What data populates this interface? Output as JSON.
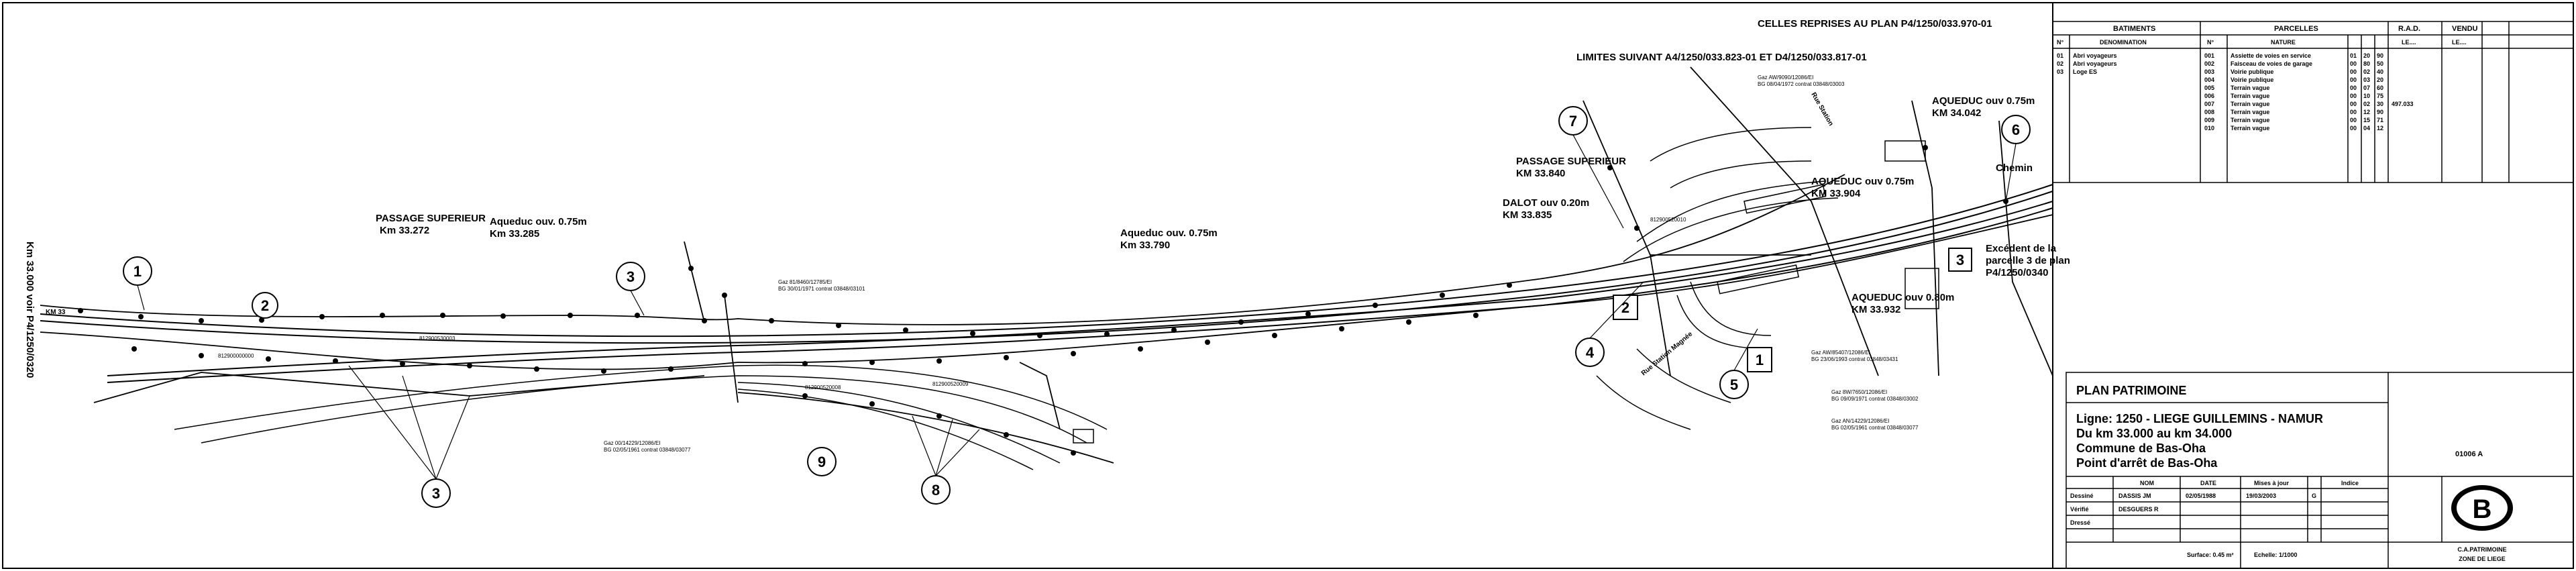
{
  "plan": {
    "top_note": "CELLES REPRISES AU PLAN P4/1250/033.970-01",
    "chainage_start": "Km 33.000 voir P4/1250/0320",
    "chainage_start_short": "KM 33",
    "limits_note_1": "LIMITES SUIVANT A4/1250/033.823-01 ET D4/1250/033.817-01",
    "labels": {
      "passage_sup_1": "PASSAGE SUPERIEUR",
      "passage_sup_1_km": "Km 33.272",
      "aqueduc_1": "Aqueduc ouv. 0.75m",
      "aqueduc_1_km": "Km 33.285",
      "aqueduc_2": "Aqueduc ouv. 0.75m",
      "aqueduc_2_km": "Km 33.790",
      "passage_sup_2": "PASSAGE SUPERIEUR",
      "passage_sup_2_km": "KM 33.840",
      "dalot": "DALOT ouv 0.20m",
      "dalot_km": "KM 33.835",
      "aqueduc_3": "AQUEDUC ouv 0.75m",
      "aqueduc_3_km": "KM 33.904",
      "aqueduc_4": "AQUEDUC ouv 0.80m",
      "aqueduc_4_km": "KM 33.932",
      "aqueduc_5": "AQUEDUC ouv 0.75m",
      "aqueduc_5_km": "KM 34.042",
      "excedent_1": "Excédent de la",
      "excedent_2": "parcelle 3 de plan",
      "excedent_3": "P4/1250/0340",
      "street_1": "Rue Station",
      "street_2": "Rue Station Magnée",
      "street_3": "Chemin",
      "boundary_1": "812900000000",
      "boundary_2": "812900530003",
      "boundary_3": "812900520008",
      "boundary_4": "812900520009",
      "boundary_5": "812900520010"
    },
    "gas_notes": [
      {
        "l1": "Gaz 81/8460/12785/EI",
        "l2": "BG 30/01/1971 contrat 03848/03101"
      },
      {
        "l1": "Gaz AW/9090/12086/EI",
        "l2": "BG 08/04/1972 contrat 03848/03003"
      },
      {
        "l1": "Gaz 00/14229/12086/EI",
        "l2": "BG 02/05/1961 contrat 03848/03077"
      },
      {
        "l1": "Gaz 8W/7650/12086/EI",
        "l2": "BG 09/09/1971 contrat 03848/03002"
      },
      {
        "l1": "Gaz AN/14229/12086/EI",
        "l2": "BG 02/05/1961 contrat 03848/03077"
      },
      {
        "l1": "Gaz AW/85407/12086/EI",
        "l2": "BG 23/06/1993 contrat 03848/03431"
      }
    ],
    "callouts_circle": [
      "1",
      "2",
      "3",
      "3",
      "4",
      "5",
      "6",
      "7",
      "8",
      "9"
    ],
    "callouts_box": [
      "1",
      "2",
      "3"
    ]
  },
  "title_block": {
    "bat_header": "BATIMENTS",
    "parc_header": "PARCELLES",
    "rad_header": "R.A.D.",
    "vendu_header": "VENDU",
    "col_n": "N°",
    "col_denomination": "DENOMINATION",
    "col_nature": "NATURE",
    "col_le": "LE....",
    "batiments": [
      {
        "n": "01",
        "d": "Abri voyageurs"
      },
      {
        "n": "02",
        "d": "Abri voyageurs"
      },
      {
        "n": "03",
        "d": "Loge ES"
      }
    ],
    "parcelles": [
      {
        "n": "001",
        "nature": "Assiette de voies en service",
        "a": "01",
        "b": "20",
        "c": "90"
      },
      {
        "n": "002",
        "nature": "Faisceau de voies de garage",
        "a": "00",
        "b": "80",
        "c": "50"
      },
      {
        "n": "003",
        "nature": "Voirie publique",
        "a": "00",
        "b": "02",
        "c": "40"
      },
      {
        "n": "004",
        "nature": "Voirie publique",
        "a": "00",
        "b": "03",
        "c": "20"
      },
      {
        "n": "005",
        "nature": "Terrain vague",
        "a": "00",
        "b": "07",
        "c": "60"
      },
      {
        "n": "006",
        "nature": "Terrain vague",
        "a": "00",
        "b": "10",
        "c": "75"
      },
      {
        "n": "007",
        "nature": "Terrain vague",
        "a": "00",
        "b": "02",
        "c": "30"
      },
      {
        "n": "008",
        "nature": "Terrain vague",
        "a": "00",
        "b": "12",
        "c": "90"
      },
      {
        "n": "009",
        "nature": "Terrain vague",
        "a": "00",
        "b": "15",
        "c": "71"
      },
      {
        "n": "010",
        "nature": "Terrain vague",
        "a": "00",
        "b": "04",
        "c": "12"
      }
    ],
    "total": "497.033",
    "plan_title": "PLAN PATRIMOINE",
    "ligne": "Ligne: 1250 - LIEGE GUILLEMINS - NAMUR",
    "km": "Du km 33.000 au km 34.000",
    "commune": "Commune de Bas-Oha",
    "point": "Point d'arrêt de Bas-Oha",
    "ref": "01006 A",
    "nom_header": "NOM",
    "date_header": "DATE",
    "mises_header": "Mises à jour",
    "indice_header": "Indice",
    "rows": [
      {
        "role": "Dessiné",
        "nom": "DASSIS JM",
        "date": "02/05/1988",
        "maj": "19/03/2003",
        "ind": "G"
      },
      {
        "role": "Vérifié",
        "nom": "DESGUERS R",
        "date": "",
        "maj": "",
        "ind": ""
      },
      {
        "role": "Dressé",
        "nom": "",
        "date": "",
        "maj": "",
        "ind": ""
      }
    ],
    "format": "Surface: 0.45 m²",
    "echelle": "Echelle: 1/1000",
    "logo_letter": "B",
    "org_1": "C.A.PATRIMOINE",
    "org_2": "ZONE DE LIEGE"
  }
}
